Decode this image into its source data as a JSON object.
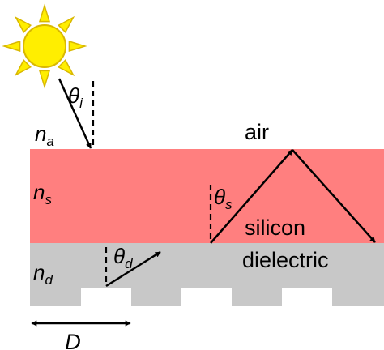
{
  "labels": {
    "theta_i": {
      "sym": "θ",
      "sub": "i"
    },
    "n_a": {
      "sym": "n",
      "sub": "a"
    },
    "n_s": {
      "sym": "n",
      "sub": "s"
    },
    "n_d": {
      "sym": "n",
      "sub": "d"
    },
    "theta_s": {
      "sym": "θ",
      "sub": "s"
    },
    "theta_d": {
      "sym": "θ",
      "sub": "d"
    },
    "air": "air",
    "silicon": "silicon",
    "dielectric": "dielectric",
    "period": "D"
  },
  "colors": {
    "silicon": "#ff7f7f",
    "dielectric": "#c8c8c8",
    "sun_fill": "#ffee00",
    "sun_stroke": "#d9b800",
    "ink": "#000000"
  },
  "icons": {
    "sun": "sun-icon"
  }
}
